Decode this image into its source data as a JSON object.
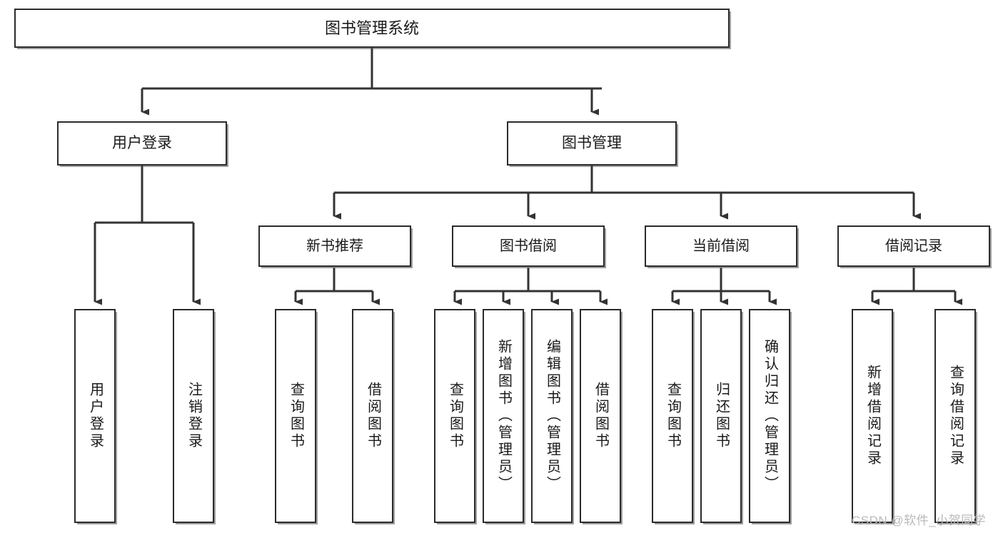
{
  "diagram": {
    "type": "tree-hierarchy",
    "title": "图书管理系统",
    "watermark": "CSDN @软件_小贺同学",
    "colors": {
      "box_border": "#2b2b2b",
      "box_fill": "#ffffff",
      "connector": "#333333",
      "text": "#1a1a1a",
      "watermark": "#b9b9b9"
    },
    "nodes": {
      "root": {
        "label": "图书管理系统"
      },
      "level2": [
        {
          "id": "user-login",
          "label": "用户登录"
        },
        {
          "id": "book-management",
          "label": "图书管理"
        }
      ],
      "level3": [
        {
          "id": "new-book-recommend",
          "label": "新书推荐"
        },
        {
          "id": "book-borrow",
          "label": "图书借阅"
        },
        {
          "id": "current-borrow",
          "label": "当前借阅"
        },
        {
          "id": "borrow-record",
          "label": "借阅记录"
        }
      ],
      "leaves": {
        "user-login": [
          {
            "id": "leaf-user-login",
            "label": "用户登录"
          },
          {
            "id": "leaf-user-logout",
            "label": "注销登录"
          }
        ],
        "new-book-recommend": [
          {
            "id": "leaf-query-book-1",
            "label": "查询图书"
          },
          {
            "id": "leaf-borrow-book-1",
            "label": "借阅图书"
          }
        ],
        "book-borrow": [
          {
            "id": "leaf-query-book-2",
            "label": "查询图书"
          },
          {
            "id": "leaf-add-book",
            "label": "新增图书（管理员）"
          },
          {
            "id": "leaf-edit-book",
            "label": "编辑图书（管理员）"
          },
          {
            "id": "leaf-borrow-book-2",
            "label": "借阅图书"
          }
        ],
        "current-borrow": [
          {
            "id": "leaf-query-book-3",
            "label": "查询图书"
          },
          {
            "id": "leaf-return-book",
            "label": "归还图书"
          },
          {
            "id": "leaf-confirm-return",
            "label": "确认归还（管理员）"
          }
        ],
        "borrow-record": [
          {
            "id": "leaf-add-record",
            "label": "新增借阅记录"
          },
          {
            "id": "leaf-query-record",
            "label": "查询借阅记录"
          }
        ]
      }
    }
  }
}
